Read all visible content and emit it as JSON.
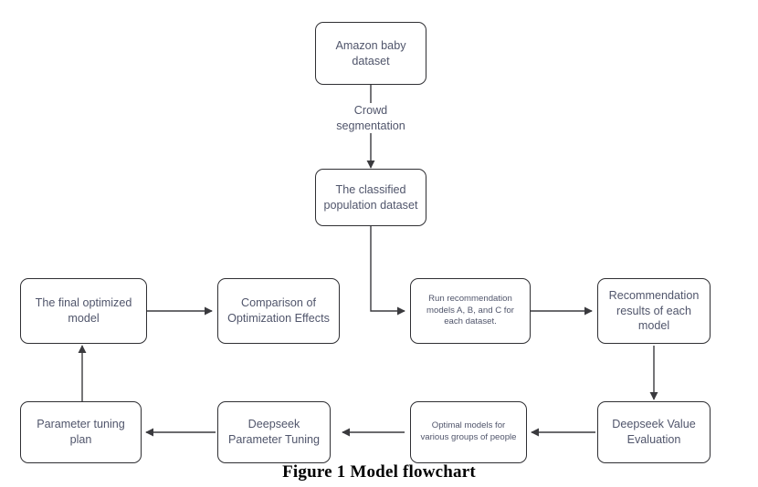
{
  "figure": {
    "caption": "Figure 1 Model flowchart",
    "background_color": "#ffffff",
    "node_border_color": "#2f2f33",
    "node_text_color": "#50556b",
    "connector_color": "#3a3a3e"
  },
  "nodes": [
    {
      "id": "amazon-baby-dataset",
      "label": "Amazon baby dataset"
    },
    {
      "id": "classified-population-dataset",
      "label": "The classified population dataset"
    },
    {
      "id": "run-recommendation-models",
      "label": "Run recommendation models A, B, and C for each dataset."
    },
    {
      "id": "recommendation-results",
      "label": "Recommendation results of each model"
    },
    {
      "id": "deepseek-value-evaluation",
      "label": "Deepseek Value Evaluation"
    },
    {
      "id": "optimal-models-groups",
      "label": "Optimal models for various groups of people"
    },
    {
      "id": "deepseek-parameter-tuning",
      "label": "Deepseek Parameter Tuning"
    },
    {
      "id": "parameter-tuning-plan",
      "label": "Parameter tuning plan"
    },
    {
      "id": "final-optimized-model",
      "label": "The final optimized model"
    },
    {
      "id": "comparison-optimization-effects",
      "label": "Comparison of Optimization Effects"
    }
  ],
  "edge_labels": [
    {
      "id": "crowd-segmentation",
      "label": "Crowd segmentation"
    }
  ],
  "edges": [
    {
      "from": "amazon-baby-dataset",
      "to": "classified-population-dataset",
      "label": "Crowd segmentation"
    },
    {
      "from": "classified-population-dataset",
      "to": "run-recommendation-models",
      "label": ""
    },
    {
      "from": "run-recommendation-models",
      "to": "recommendation-results",
      "label": ""
    },
    {
      "from": "recommendation-results",
      "to": "deepseek-value-evaluation",
      "label": ""
    },
    {
      "from": "deepseek-value-evaluation",
      "to": "optimal-models-groups",
      "label": ""
    },
    {
      "from": "optimal-models-groups",
      "to": "deepseek-parameter-tuning",
      "label": ""
    },
    {
      "from": "deepseek-parameter-tuning",
      "to": "parameter-tuning-plan",
      "label": ""
    },
    {
      "from": "parameter-tuning-plan",
      "to": "final-optimized-model",
      "label": ""
    },
    {
      "from": "final-optimized-model",
      "to": "comparison-optimization-effects",
      "label": ""
    }
  ]
}
